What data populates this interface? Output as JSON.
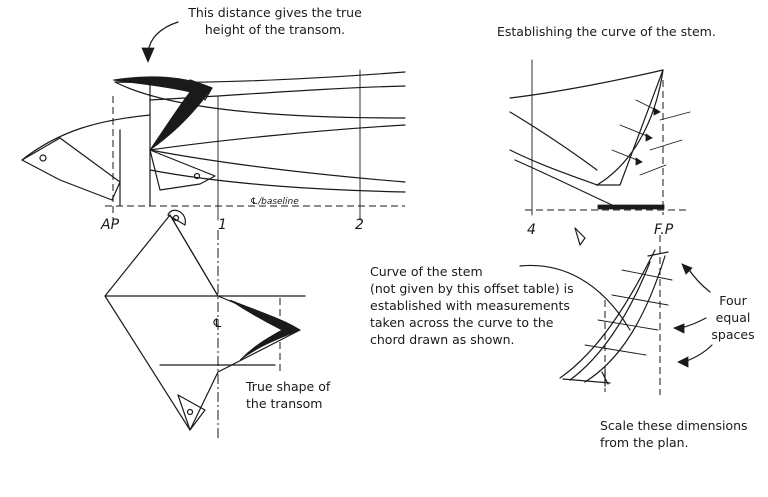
{
  "annotations": {
    "transom_height": [
      "This distance gives the true",
      "height of the transom."
    ],
    "stem_curve_title": "Establishing the curve of the stem.",
    "stem_curve_note": [
      "Curve of the stem",
      "(not given by this offset table) is",
      "established with measurements",
      "taken across the curve to the",
      "chord drawn as shown."
    ],
    "four_equal": [
      "Four",
      "equal",
      "spaces"
    ],
    "true_shape": [
      "True shape of",
      "the transom"
    ],
    "scale_note": [
      "Scale these dimensions",
      "from the plan."
    ]
  },
  "labels": {
    "ap": "AP",
    "station_1": "1",
    "station_2": "2",
    "station_4": "4",
    "fp": "F.P",
    "baseline": "℄/baseline",
    "centerline_mark": "℄"
  }
}
